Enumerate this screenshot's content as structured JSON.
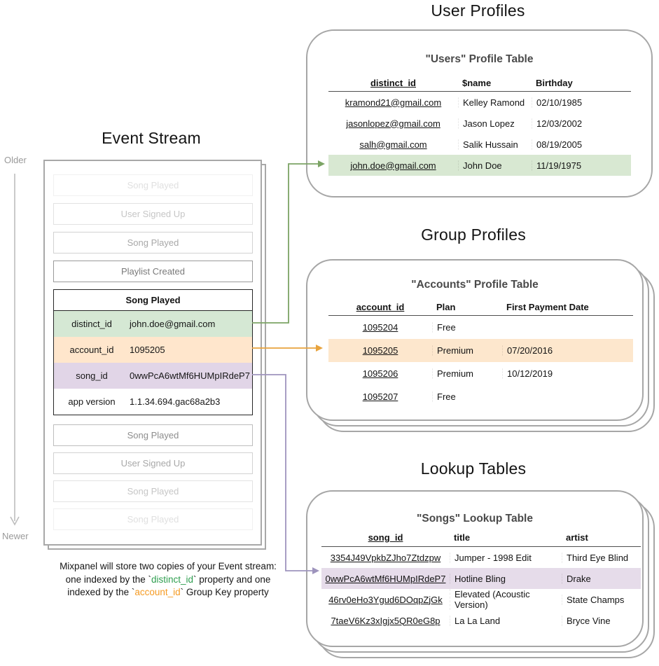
{
  "titles": {
    "event_stream": "Event Stream",
    "user_profiles": "User Profiles",
    "group_profiles": "Group Profiles",
    "lookup_tables": "Lookup Tables"
  },
  "timeline": {
    "older": "Older",
    "newer": "Newer"
  },
  "event_stream": {
    "events_before": [
      {
        "label": "Song Played"
      },
      {
        "label": "User Signed Up"
      },
      {
        "label": "Song Played"
      },
      {
        "label": "Playlist Created"
      }
    ],
    "detail": {
      "header": "Song Played",
      "rows": [
        {
          "key": "distinct_id",
          "value": "john.doe@gmail.com"
        },
        {
          "key": "account_id",
          "value": "1095205"
        },
        {
          "key": "song_id",
          "value": "0wwPcA6wtMf6HUMpIRdeP7"
        },
        {
          "key": "app version",
          "value": "1.1.34.694.gac68a2b3"
        }
      ]
    },
    "events_after": [
      {
        "label": "Song Played"
      },
      {
        "label": "User Signed Up"
      },
      {
        "label": "Song Played"
      },
      {
        "label": "Song Played"
      }
    ]
  },
  "users_table": {
    "title": "\"Users\" Profile Table",
    "headers": {
      "id": "distinct_id",
      "name": "$name",
      "birthday": "Birthday"
    },
    "rows": [
      {
        "id": "kramond21@gmail.com",
        "name": "Kelley Ramond",
        "birthday": "02/10/1985"
      },
      {
        "id": "jasonlopez@gmail.com",
        "name": "Jason Lopez",
        "birthday": "12/03/2002"
      },
      {
        "id": "salh@gmail.com",
        "name": "Salik Hussain",
        "birthday": "08/19/2005"
      },
      {
        "id": "john.doe@gmail.com",
        "name": "John Doe",
        "birthday": "11/19/1975"
      }
    ]
  },
  "accounts_table": {
    "title": "\"Accounts\" Profile Table",
    "headers": {
      "id": "account_id",
      "plan": "Plan",
      "date": "First Payment Date"
    },
    "rows": [
      {
        "id": "1095204",
        "plan": "Free",
        "date": ""
      },
      {
        "id": "1095205",
        "plan": "Premium",
        "date": "07/20/2016"
      },
      {
        "id": "1095206",
        "plan": "Premium",
        "date": "10/12/2019"
      },
      {
        "id": "1095207",
        "plan": "Free",
        "date": ""
      }
    ]
  },
  "songs_table": {
    "title": "\"Songs\" Lookup Table",
    "headers": {
      "id": "song_id",
      "title": "title",
      "artist": "artist"
    },
    "rows": [
      {
        "id": "3354J49VpkbZJho7Ztdzpw",
        "title": "Jumper - 1998 Edit",
        "artist": "Third Eye Blind"
      },
      {
        "id": "0wwPcA6wtMf6HUMpIRdeP7",
        "title": "Hotline Bling",
        "artist": "Drake"
      },
      {
        "id": "46rv0eHo3Ygud6DOqpZjGk",
        "title": "Elevated (Acoustic Version)",
        "artist": "State Champs"
      },
      {
        "id": "7taeV6Kz3xIgjx5QR0eG8p",
        "title": "La La Land",
        "artist": "Bryce Vine"
      }
    ]
  },
  "caption": {
    "line1": "Mixpanel will store two copies of your Event stream:",
    "line2_pre": "one indexed by the `",
    "line2_token": "distinct_id",
    "line2_post": "` property and one",
    "line3_pre": "indexed by the `",
    "line3_token": "account_id",
    "line3_post": "` Group Key property"
  },
  "colors": {
    "green_fill": "#d5e8d4",
    "orange_fill": "#ffe6cc",
    "purple_fill": "#e1d5e7",
    "green_row": "#d8e8d2",
    "orange_row": "#fde7cd",
    "purple_row": "#e6dcea",
    "green_arrow": "#7ca465",
    "orange_arrow": "#e8a33d",
    "purple_arrow": "#9e94bd",
    "timeline_gray": "#bdbdbd",
    "caption_green": "#2e9e4f",
    "caption_orange": "#f59b23"
  }
}
